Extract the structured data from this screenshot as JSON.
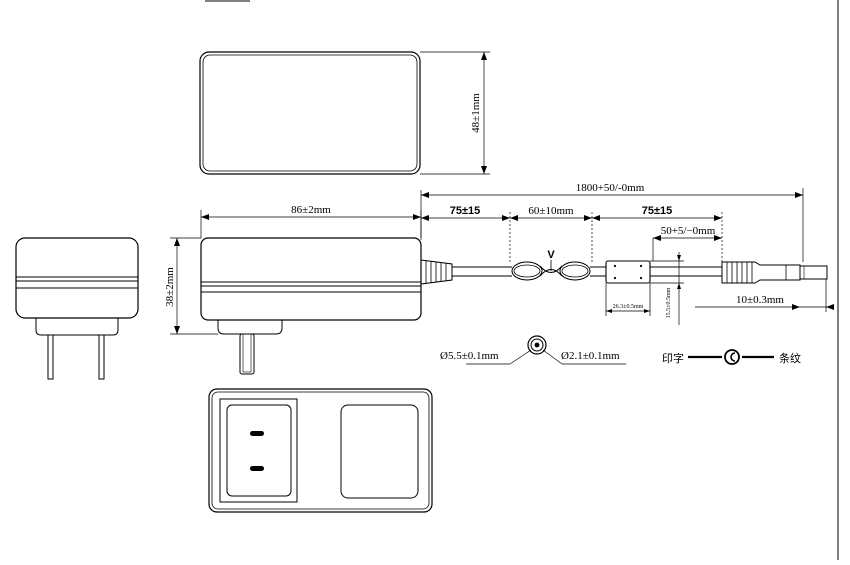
{
  "dimensions": {
    "top_height": "48±1mm",
    "body_length": "86±2mm",
    "side_height": "38±2mm",
    "cable_total": "1800+50/-0mm",
    "seg_left": "75±15",
    "seg_mid": "60±10mm",
    "seg_right": "75±15",
    "ferrite_to_plug": "50+5/−0mm",
    "plug_length": "10±0.3mm",
    "ferrite_length": "26.3±0.5mm",
    "ferrite_dia": "15.5±0.5mm",
    "barrel_outer": "Ø5.5±0.1mm",
    "barrel_inner": "Ø2.1±0.1mm"
  },
  "legend": {
    "printed_side": "印字",
    "striped_side": "条纹"
  },
  "marks": {
    "twist_tie": "V"
  }
}
